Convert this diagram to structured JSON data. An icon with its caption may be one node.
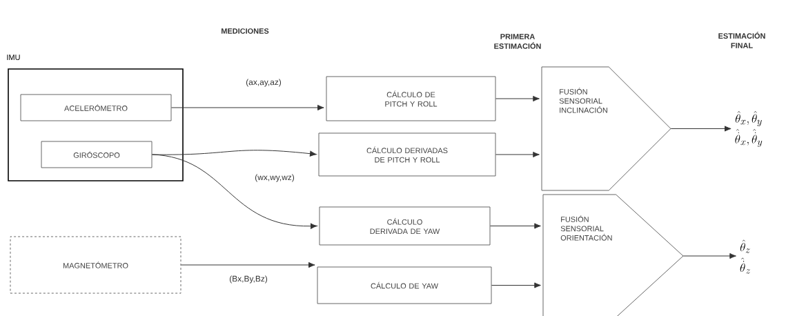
{
  "diagram": {
    "nodes": [
      {
        "text": [
          "IMU"
        ]
      },
      {
        "text": [
          "ACELERÓMETRO"
        ],
        "in": 0
      },
      {
        "text": [
          "GIRÓSCOPO"
        ],
        "in": 0
      },
      {
        "text": [
          "MAGNETÓMETRO"
        ]
      },
      {
        "text": [
          "CÁLCULO DE PITCH Y ROLL"
        ]
      },
      {
        "text": [
          "CÁLCULO DERIVADAS DE PITCH Y ROLL"
        ]
      },
      {
        "text": [
          "CÁLCULO DERIVADA DE YAW"
        ]
      },
      {
        "text": [
          "CÁLCULO DE YAW"
        ]
      },
      {
        "text": [
          "FUSIÓN SENSORIAL INCLINACIÓN"
        ]
      },
      {
        "text": [
          "FUSIÓN SENSORIAL ORIENTACIÓN"
        ]
      },
      {
        "text": [
          "\\hat{\\theta}_x, \\hat{\\theta}_y",
          "\\hat{\\dot{\\theta}}_x, \\hat{\\dot{\\theta}}_y"
        ]
      },
      {
        "text": [
          "\\hat{\\theta}_z",
          "\\hat{\\dot{\\theta}}_z"
        ]
      }
    ],
    "edges": [
      {
        "from": 1,
        "to": 4,
        "arrow": "to",
        "label": "(ax,ay,az)"
      },
      {
        "from": 2,
        "to": 5,
        "arrow": "to"
      },
      {
        "from": 2,
        "to": 6,
        "arrow": "to",
        "label": "(wx,wy,wz)"
      },
      {
        "from": 3,
        "to": 7,
        "arrow": "to",
        "label": "(Bx,By,Bz)"
      },
      {
        "from": 4,
        "to": 8,
        "arrow": "to"
      },
      {
        "from": 5,
        "to": 8,
        "arrow": "to"
      },
      {
        "from": 6,
        "to": 9,
        "arrow": "to"
      },
      {
        "from": 7,
        "to": 9,
        "arrow": "to"
      },
      {
        "from": 8,
        "to": 10,
        "arrow": "to"
      },
      {
        "from": 9,
        "to": 11,
        "arrow": "to"
      }
    ],
    "labels": [
      "MEDICIONES",
      "PRIMERA ESTIMACIÓN",
      "ESTIMACIÓN FINAL"
    ]
  }
}
